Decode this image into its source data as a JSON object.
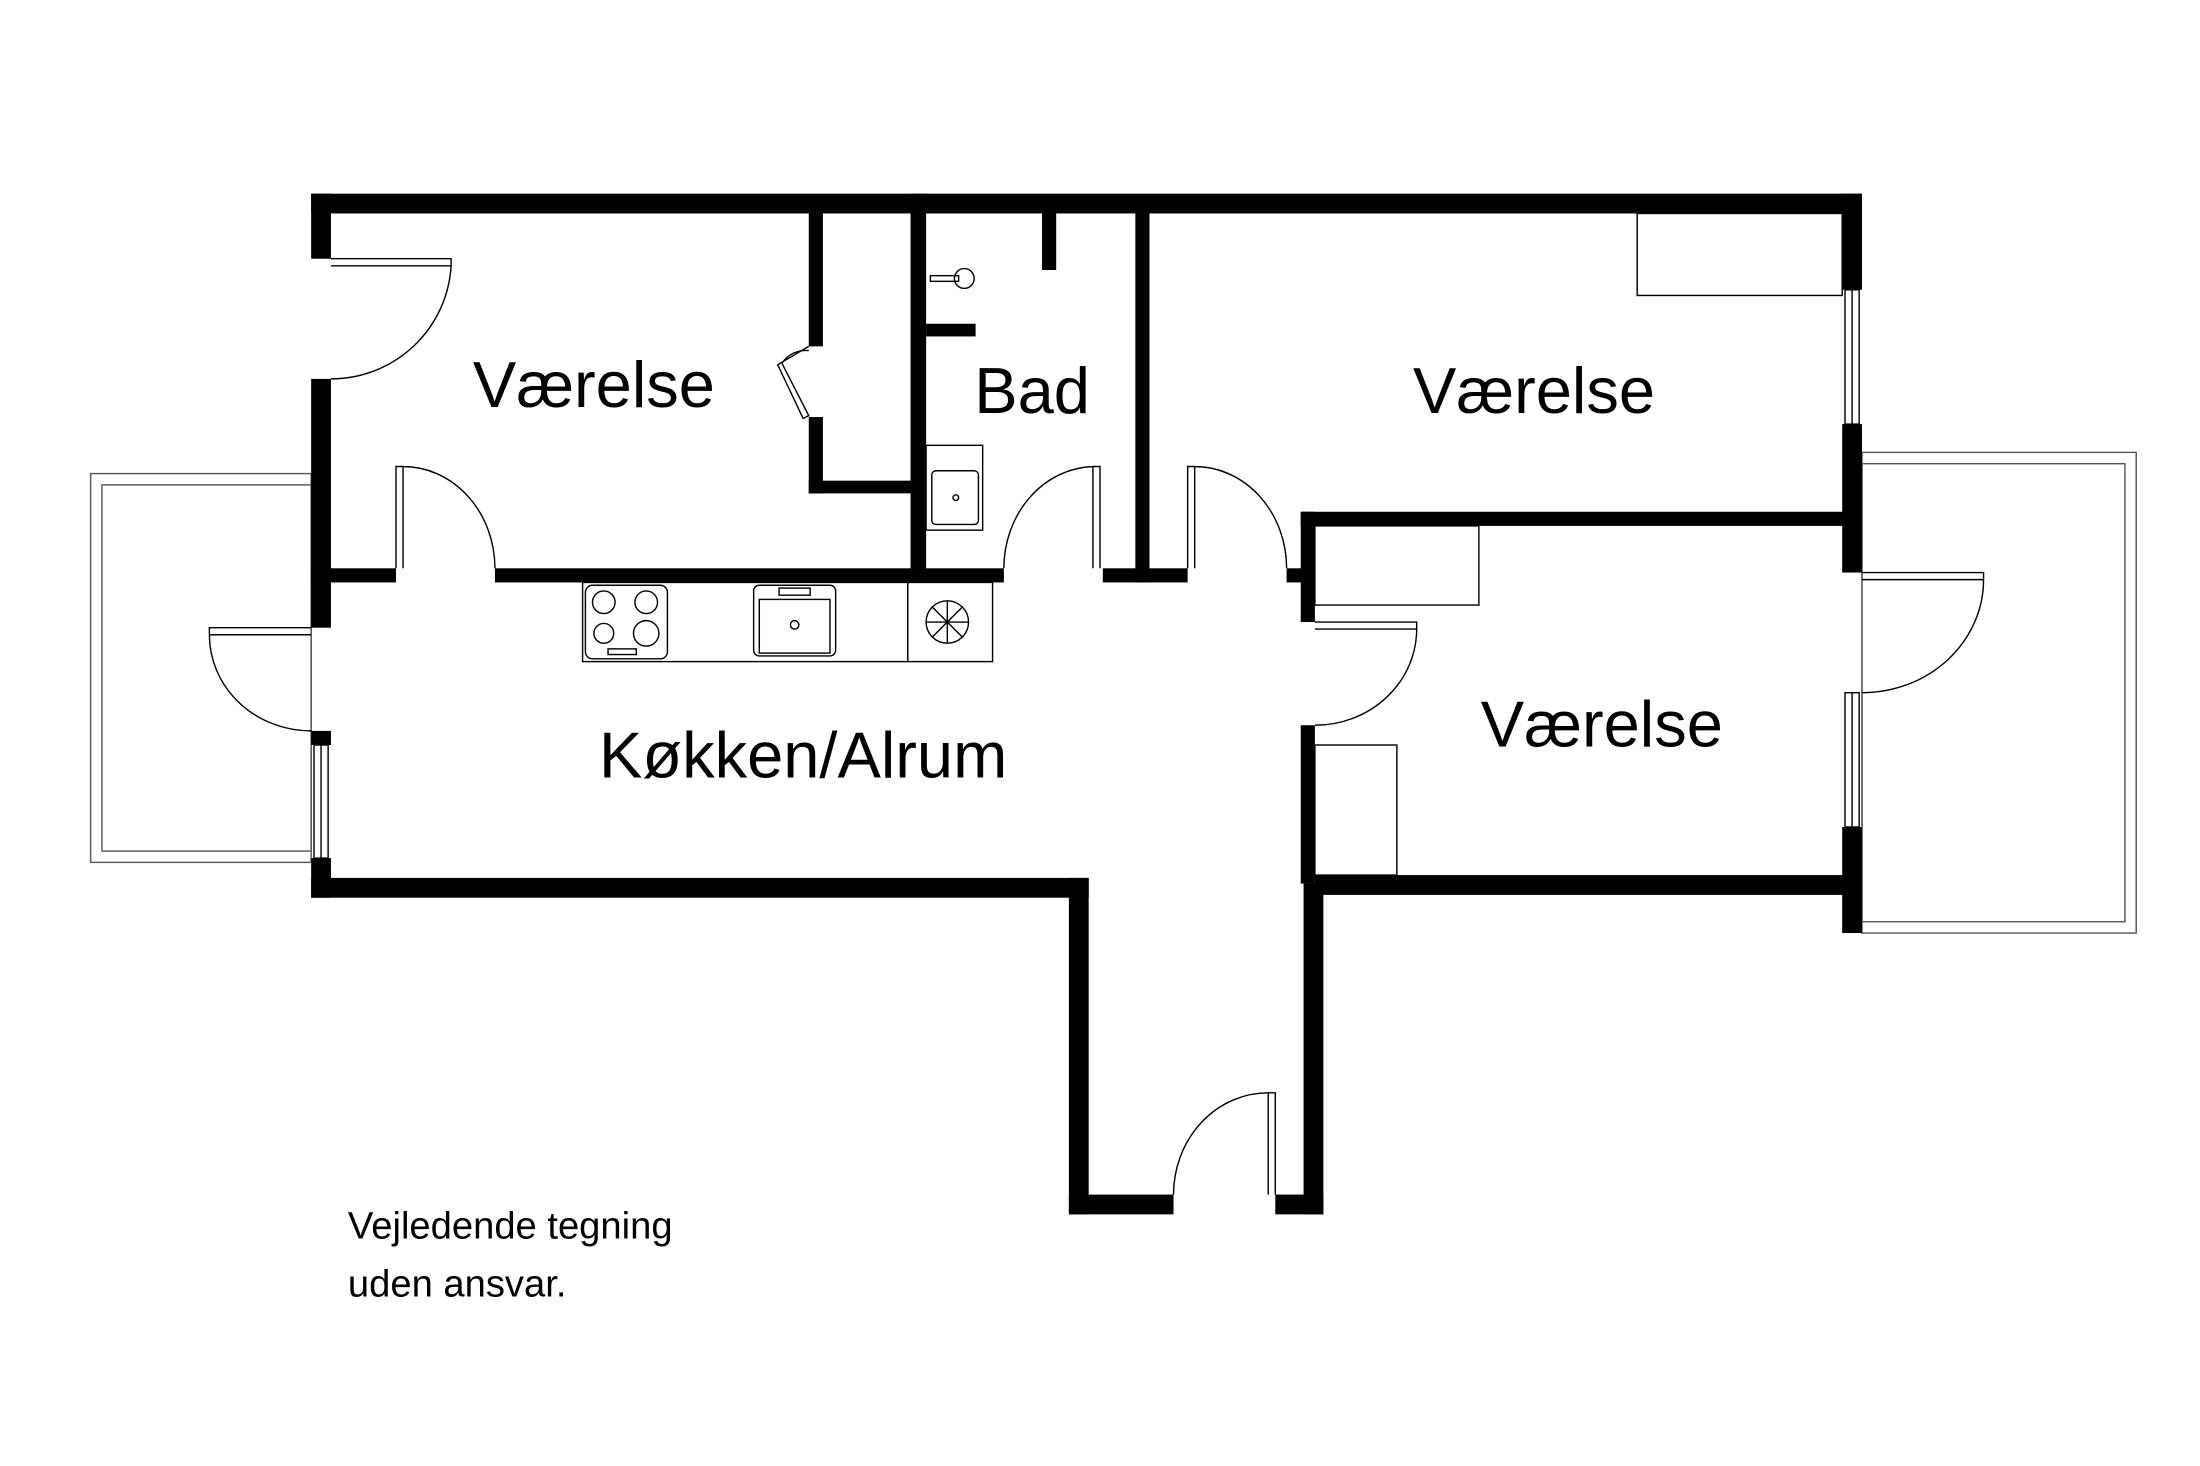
{
  "rooms": {
    "room_top_left": "Værelse",
    "bathroom": "Bad",
    "room_top_right": "Værelse",
    "room_bottom_right": "Værelse",
    "kitchen_living": "Køkken/Alrum"
  },
  "disclaimer": {
    "line1": "Vejledende tegning",
    "line2": "uden ansvar."
  },
  "colors": {
    "wall": "#000000",
    "background": "#ffffff"
  }
}
